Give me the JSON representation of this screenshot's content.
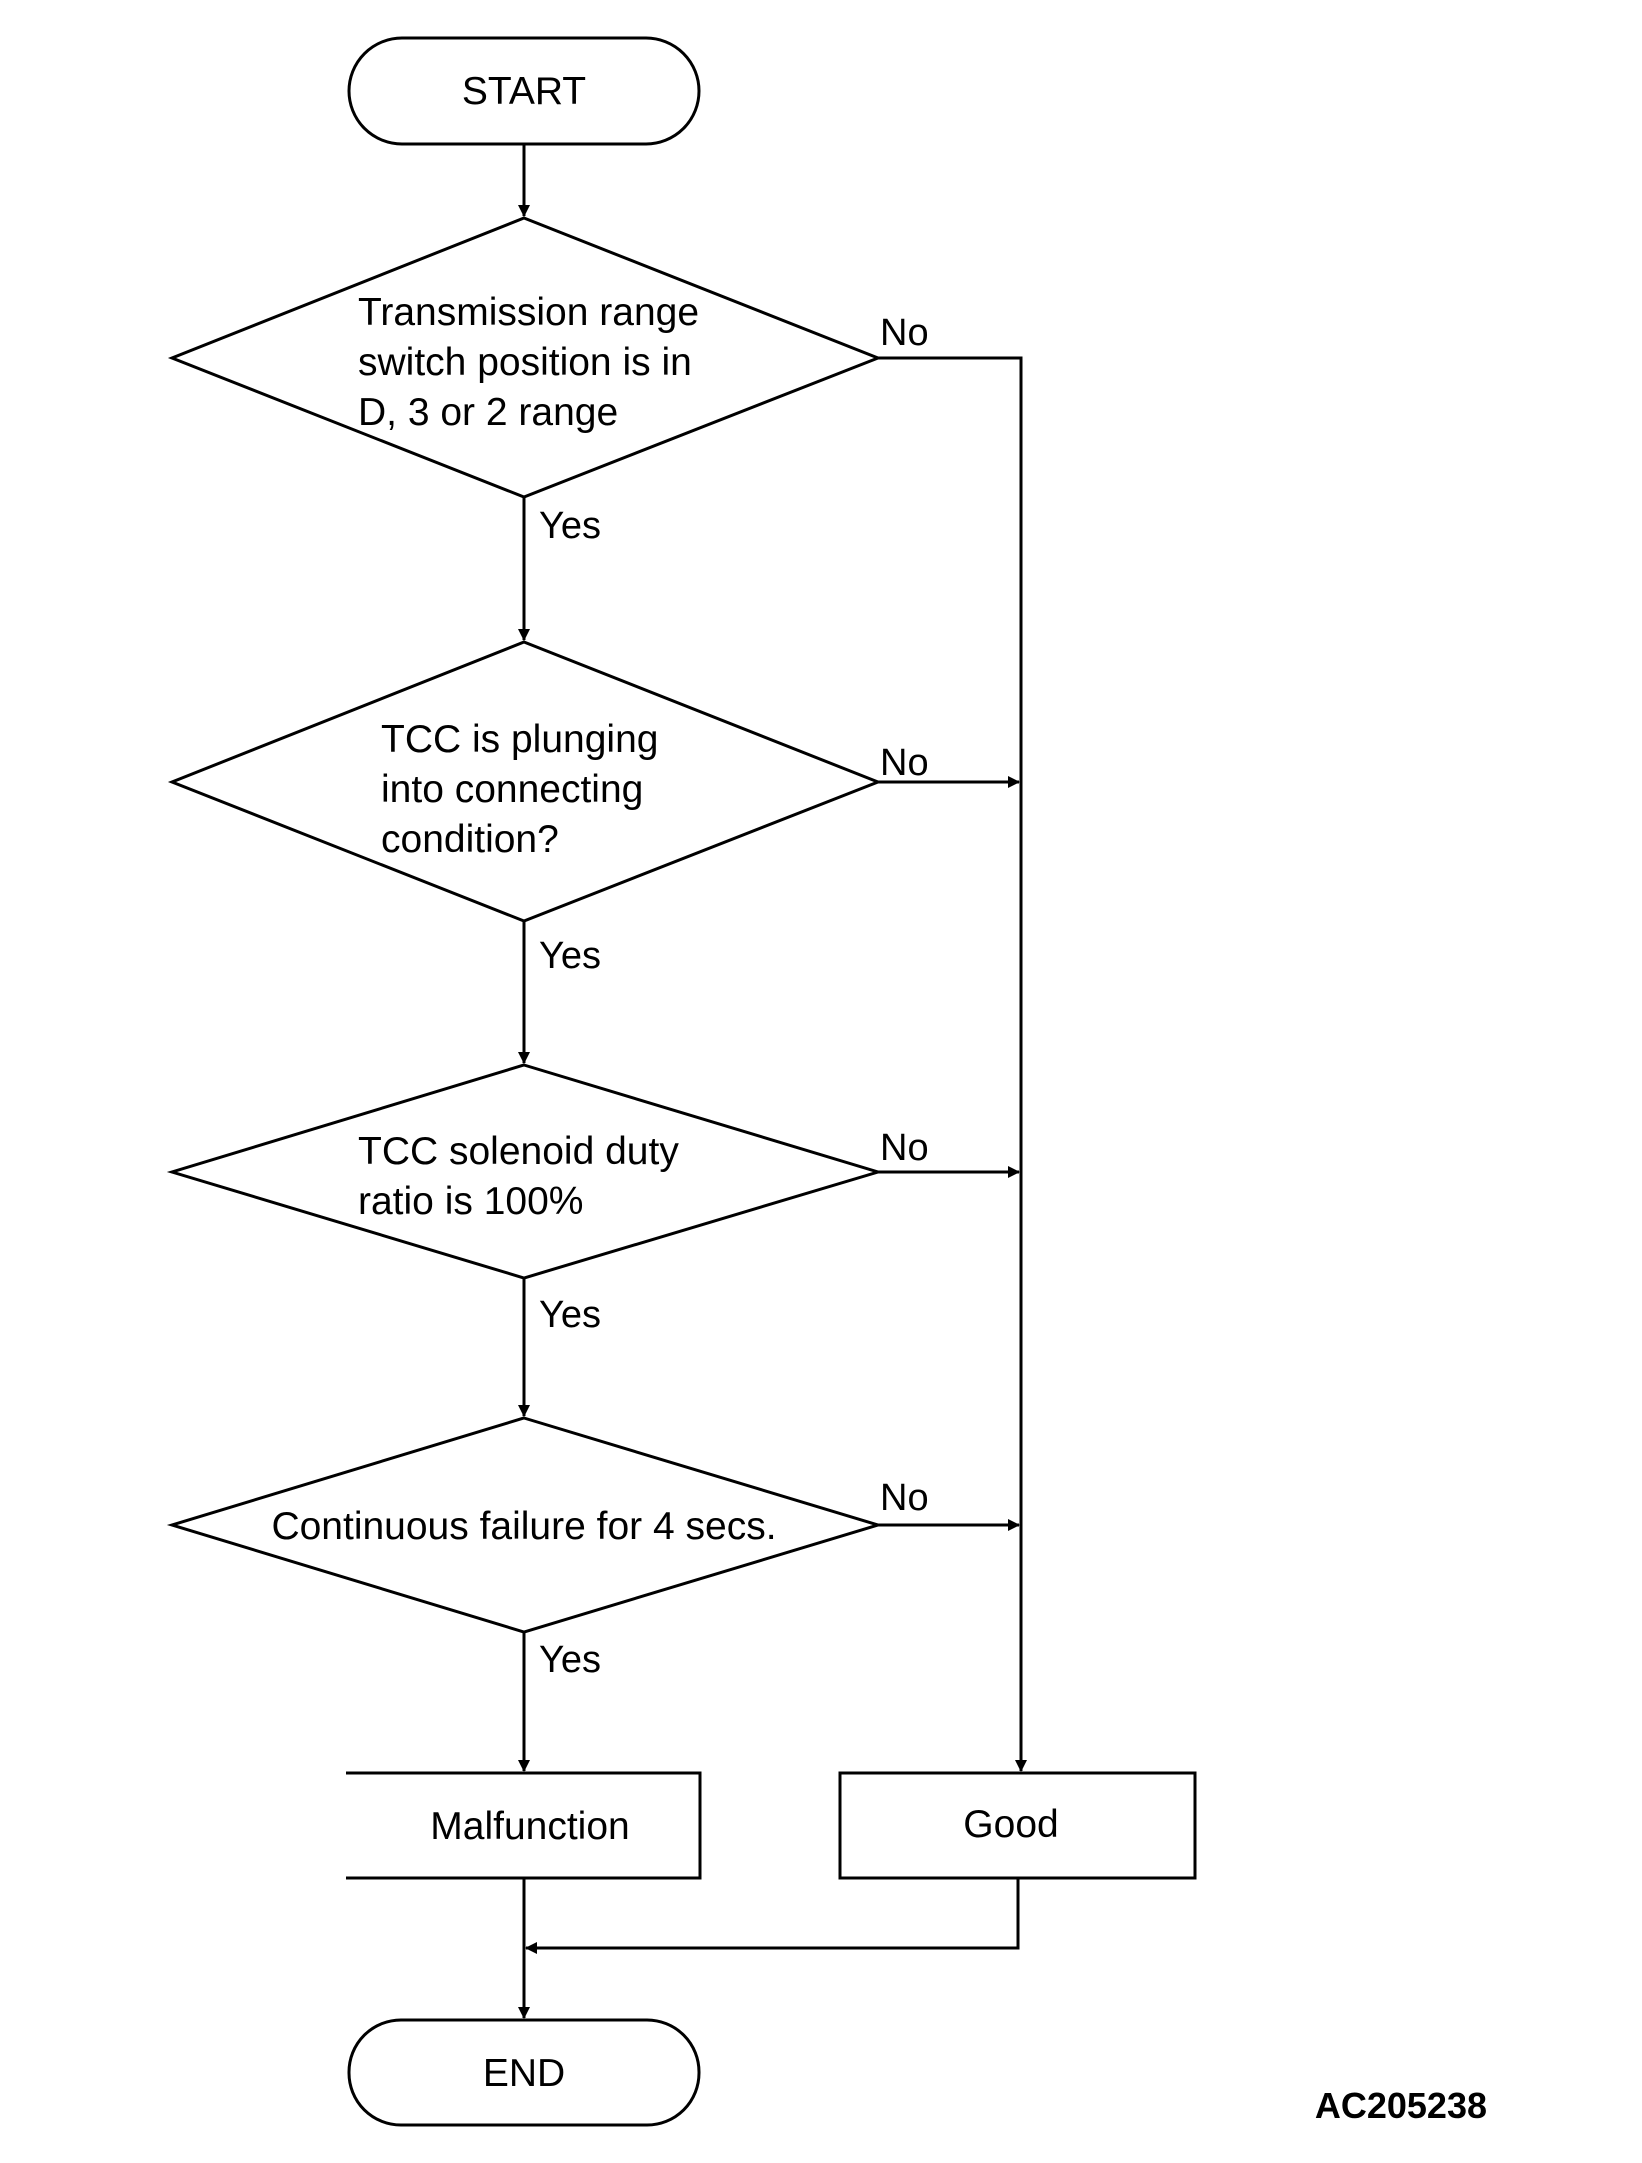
{
  "start": "START",
  "end": "END",
  "decisions": [
    {
      "lines": [
        "Transmission range",
        "switch position is in",
        "D, 3 or 2 range"
      ],
      "yes": "Yes",
      "no": "No"
    },
    {
      "lines": [
        "TCC is plunging",
        "into connecting",
        "condition?"
      ],
      "yes": "Yes",
      "no": "No"
    },
    {
      "lines": [
        "TCC solenoid duty",
        "ratio is 100%"
      ],
      "yes": "Yes",
      "no": "No"
    },
    {
      "lines": [
        "Continuous failure for 4 secs."
      ],
      "yes": "Yes",
      "no": "No"
    }
  ],
  "outcomes": {
    "malfunction": "Malfunction",
    "good": "Good"
  },
  "reference_code": "AC205238"
}
